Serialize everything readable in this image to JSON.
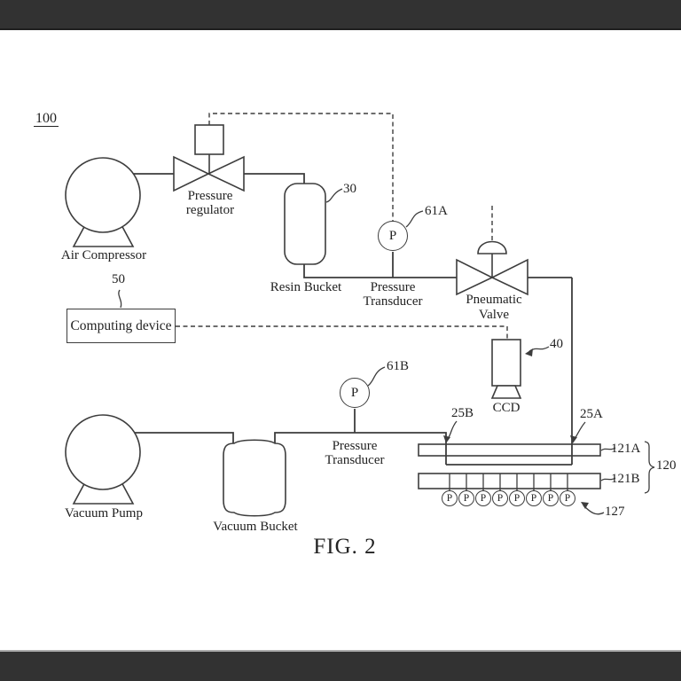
{
  "figure": {
    "ref_number": "100",
    "caption": "FIG. 2"
  },
  "colors": {
    "line": "#3d3d3d",
    "text": "#222222",
    "background": "#ffffff",
    "letterbox_bar": "#323232"
  },
  "components": {
    "air_compressor": {
      "label": "Air Compressor"
    },
    "pressure_regulator": {
      "label_line1": "Pressure",
      "label_line2": "regulator"
    },
    "resin_bucket": {
      "label": "Resin Bucket",
      "ref": "30"
    },
    "pressure_transducer_a": {
      "label_line1": "Pressure",
      "label_line2": "Transducer",
      "ref": "61A",
      "gauge_symbol": "P"
    },
    "pneumatic_valve": {
      "label_line1": "Pneumatic",
      "label_line2": "Valve"
    },
    "ccd_camera": {
      "label": "CCD",
      "ref": "40"
    },
    "computing_device": {
      "label": "Computing device",
      "ref": "50"
    },
    "vacuum_pump": {
      "label": "Vacuum Pump"
    },
    "vacuum_bucket": {
      "label": "Vacuum Bucket"
    },
    "pressure_transducer_b": {
      "label_line1": "Pressure",
      "label_line2": "Transducer",
      "ref": "61B",
      "gauge_symbol": "P"
    },
    "mold_assembly": {
      "ref_inlet_left": "25B",
      "ref_inlet_right": "25A",
      "ref_top_plate": "121A",
      "ref_bottom_plate": "121B",
      "ref_assembly": "120",
      "ref_sensors": "127",
      "sensor_symbol": "P",
      "sensor_count": 8
    }
  }
}
